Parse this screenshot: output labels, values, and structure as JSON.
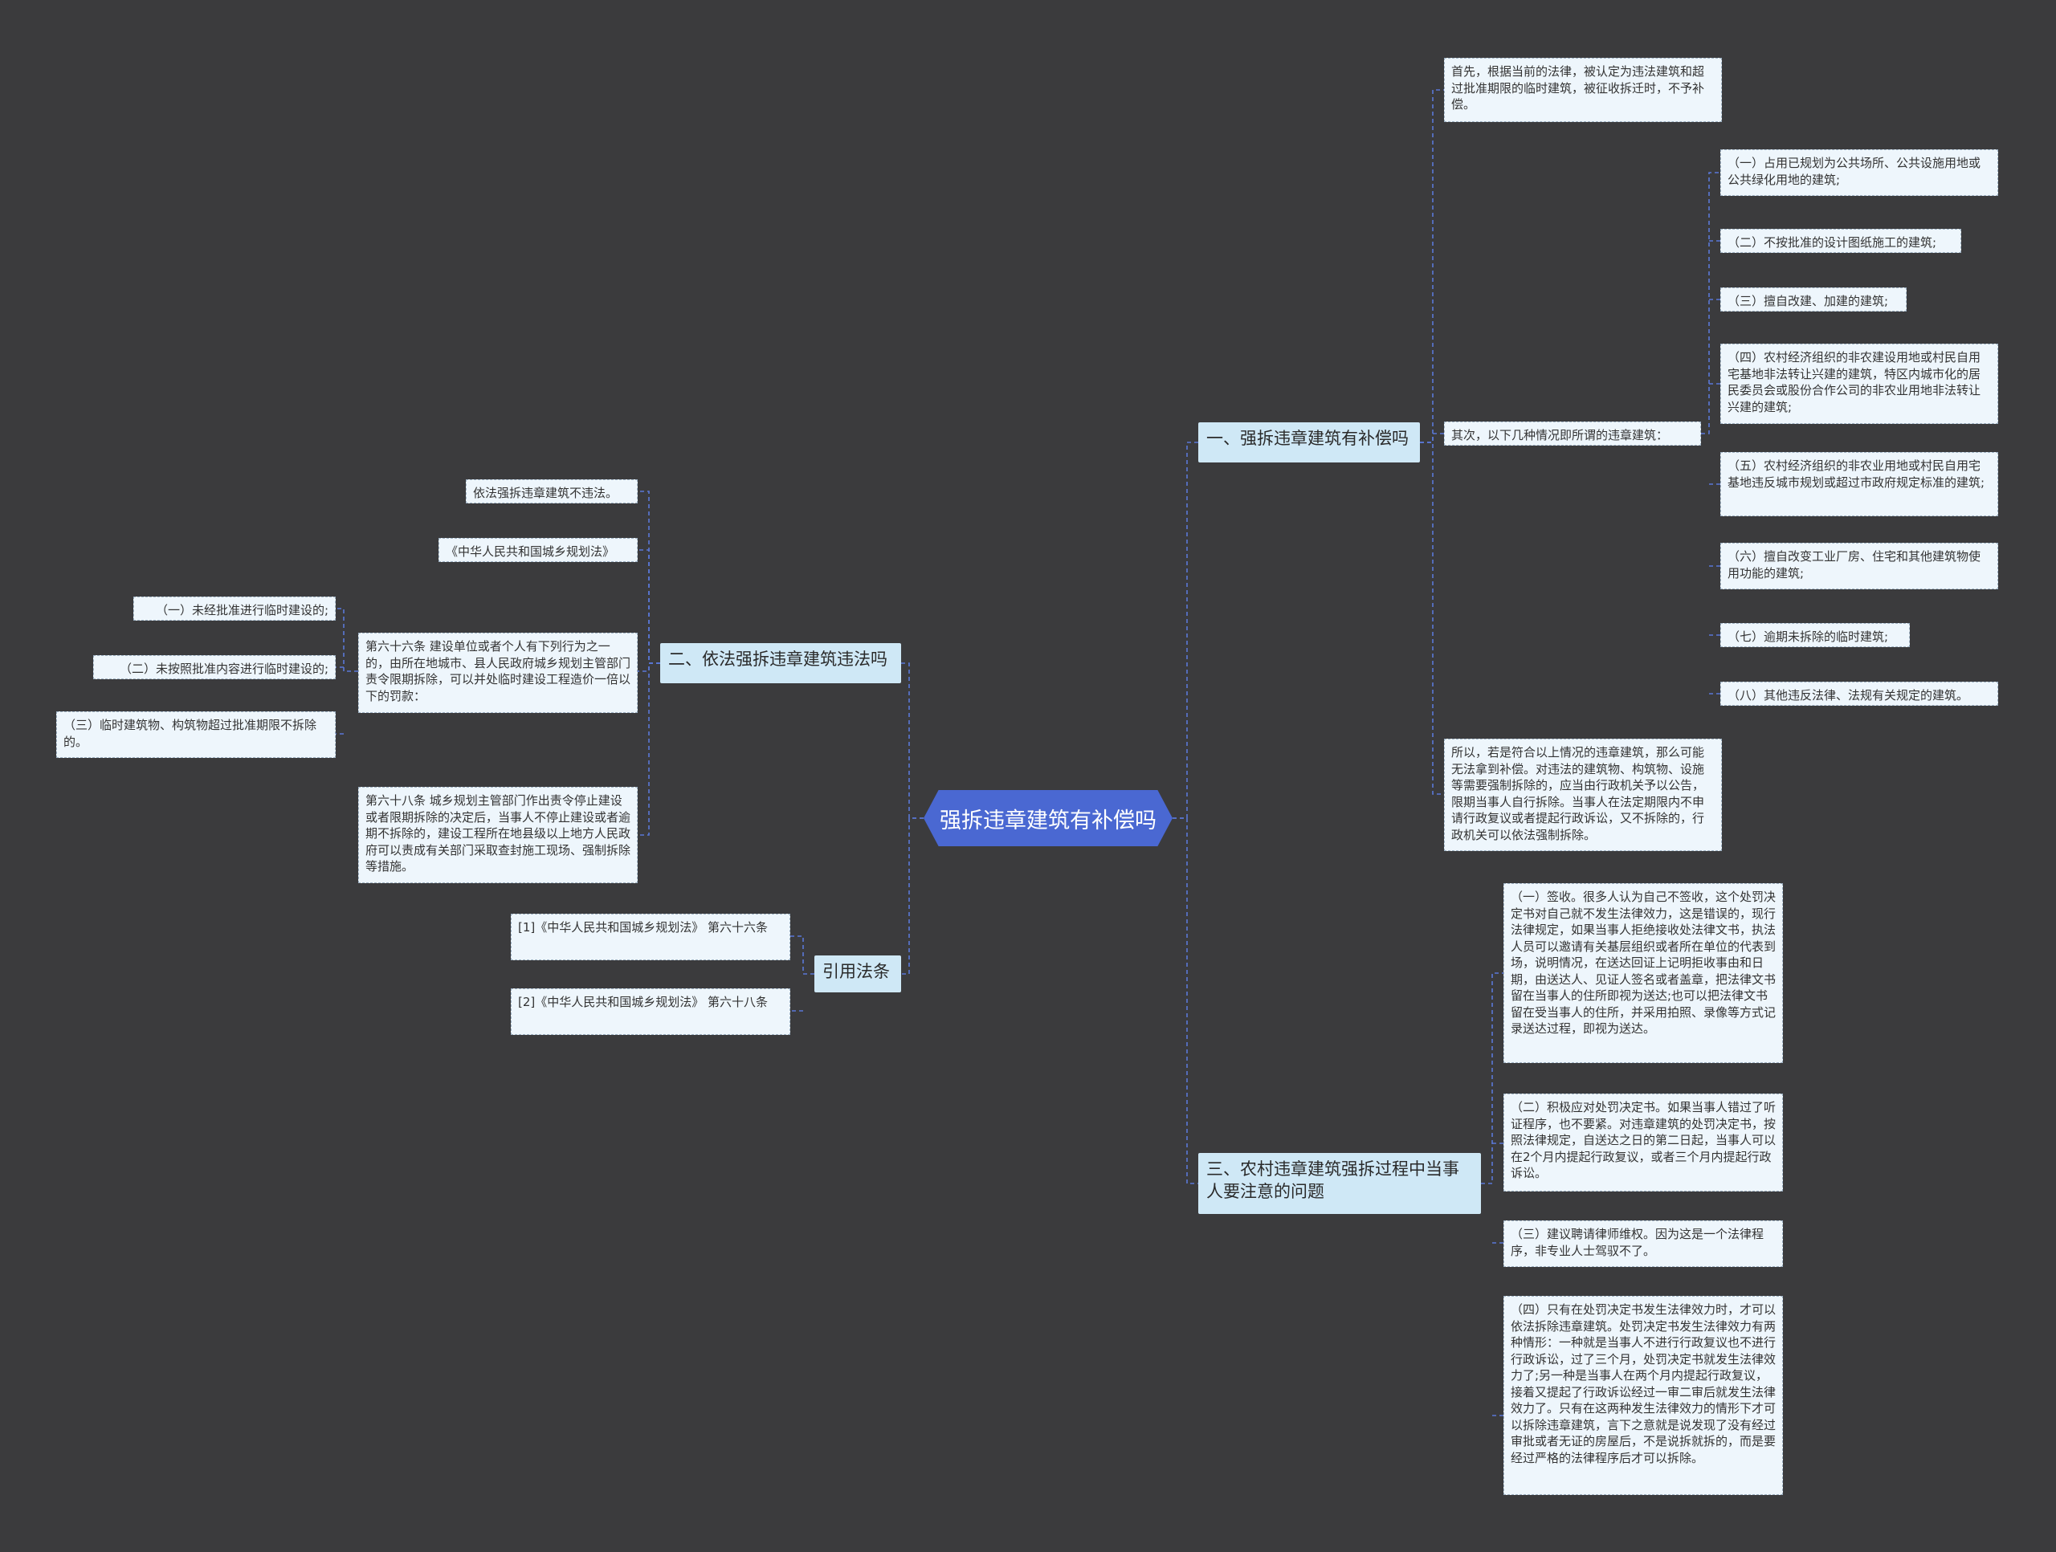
{
  "root": "强拆违章建筑有补偿吗",
  "b1": {
    "title": "一、强拆违章建筑有补偿吗",
    "n1": "首先，根据当前的法律，被认定为违法建筑和超过批准期限的临时建筑，被征收拆迁时，不予补偿。",
    "n2": "其次，以下几种情况即所谓的违章建筑：",
    "items": [
      "（一）占用已规划为公共场所、公共设施用地或公共绿化用地的建筑;",
      "（二）不按批准的设计图纸施工的建筑;",
      "（三）擅自改建、加建的建筑;",
      "（四）农村经济组织的非农建设用地或村民自用宅基地非法转让兴建的建筑，特区内城市化的居民委员会或股份合作公司的非农业用地非法转让兴建的建筑;",
      "（五）农村经济组织的非农业用地或村民自用宅基地违反城市规划或超过市政府规定标准的建筑;",
      "（六）擅自改变工业厂房、住宅和其他建筑物使用功能的建筑;",
      "（七）逾期未拆除的临时建筑;",
      "（八）其他违反法律、法规有关规定的建筑。"
    ],
    "n3": "所以，若是符合以上情况的违章建筑，那么可能无法拿到补偿。对违法的建筑物、构筑物、设施等需要强制拆除的，应当由行政机关予以公告，限期当事人自行拆除。当事人在法定期限内不申请行政复议或者提起行政诉讼，又不拆除的，行政机关可以依法强制拆除。"
  },
  "b2": {
    "title": "二、依法强拆违章建筑违法吗",
    "n1": "依法强拆违章建筑不违法。",
    "n2": "《中华人民共和国城乡规划法》",
    "n3": "第六十六条 建设单位或者个人有下列行为之一的，由所在地城市、县人民政府城乡规划主管部门责令限期拆除，可以并处临时建设工程造价一倍以下的罚款：",
    "items": [
      "（一）未经批准进行临时建设的;",
      "（二）未按照批准内容进行临时建设的;",
      "（三）临时建筑物、构筑物超过批准期限不拆除的。"
    ],
    "n4": "第六十八条 城乡规划主管部门作出责令停止建设或者限期拆除的决定后，当事人不停止建设或者逾期不拆除的，建设工程所在地县级以上地方人民政府可以责成有关部门采取查封施工现场、强制拆除等措施。"
  },
  "b3": {
    "title": "引用法条",
    "items": [
      "[1]《中华人民共和国城乡规划法》 第六十六条",
      "[2]《中华人民共和国城乡规划法》 第六十八条"
    ]
  },
  "b4": {
    "title": "三、农村违章建筑强拆过程中当事人要注意的问题",
    "items": [
      "（一）签收。很多人认为自己不签收，这个处罚决定书对自己就不发生法律效力，这是错误的，现行法律规定，如果当事人拒绝接收处法律文书，执法人员可以邀请有关基层组织或者所在单位的代表到场，说明情况，在送达回证上记明拒收事由和日期，由送达人、见证人签名或者盖章，把法律文书留在当事人的住所即视为送达;也可以把法律文书留在受当事人的住所，并采用拍照、录像等方式记录送达过程，即视为送达。",
      "（二）积极应对处罚决定书。如果当事人错过了听证程序，也不要紧。对违章建筑的处罚决定书，按照法律规定，自送达之日的第二日起，当事人可以在2个月内提起行政复议，或者三个月内提起行政诉讼。",
      "（三）建议聘请律师维权。因为这是一个法律程序，非专业人士驾驭不了。",
      "（四）只有在处罚决定书发生法律效力时，才可以依法拆除违章建筑。处罚决定书发生法律效力有两种情形：一种就是当事人不进行行政复议也不进行行政诉讼，过了三个月，处罚决定书就发生法律效力了;另一种是当事人在两个月内提起行政复议，接着又提起了行政诉讼经过一审二审后就发生法律效力了。只有在这两种发生法律效力的情形下才可以拆除违章建筑，言下之意就是说发现了没有经过审批或者无证的房屋后，不是说拆就拆的，而是要经过严格的法律程序后才可以拆除。"
    ]
  }
}
